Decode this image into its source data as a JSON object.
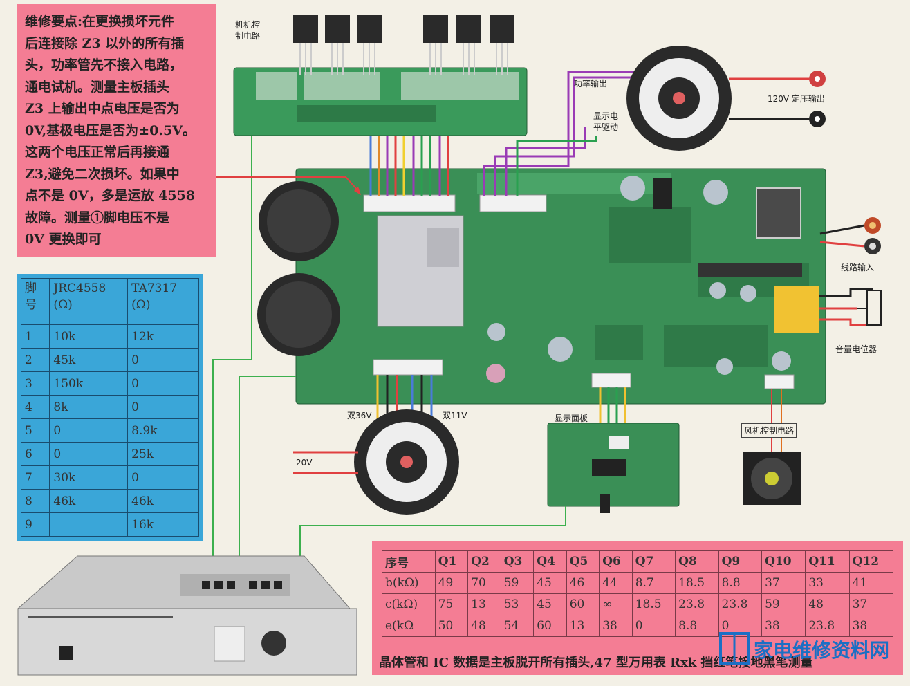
{
  "note_lines": [
    "维修要点:在更换损坏元件",
    "后连接除 Z3 以外的所有插",
    "头，功率管先不接入电路，",
    "通电试机。测量主板插头",
    "Z3 上输出中点电压是否为",
    "0V,基极电压是否为±0.5V。",
    "这两个电压正常后再接通",
    "Z3,避免二次损坏。如果中",
    "点不是 0V，多是运放 4558",
    "故障。测量①脚电压不是",
    "0V 更换即可"
  ],
  "pin_table": {
    "headers": [
      "脚号",
      "JRC4558 (Ω)",
      "TA7317 (Ω)"
    ],
    "rows": [
      [
        "1",
        "10k",
        "12k"
      ],
      [
        "2",
        "45k",
        "0"
      ],
      [
        "3",
        "150k",
        "0"
      ],
      [
        "4",
        "8k",
        "0"
      ],
      [
        "5",
        "0",
        "8.9k"
      ],
      [
        "6",
        "0",
        "25k"
      ],
      [
        "7",
        "30k",
        "0"
      ],
      [
        "8",
        "46k",
        "46k"
      ],
      [
        "9",
        "",
        "16k"
      ]
    ]
  },
  "transistor_table": {
    "rows": [
      [
        "序号",
        "Q1",
        "Q2",
        "Q3",
        "Q4",
        "Q5",
        "Q6",
        "Q7",
        "Q8",
        "Q9",
        "Q10",
        "Q11",
        "Q12"
      ],
      [
        "b(kΩ)",
        "49",
        "70",
        "59",
        "45",
        "46",
        "44",
        "8.7",
        "18.5",
        "8.8",
        "37",
        "33",
        "41"
      ],
      [
        "c(kΩ)",
        "75",
        "13",
        "53",
        "45",
        "60",
        "∞",
        "18.5",
        "23.8",
        "23.8",
        "59",
        "48",
        "37"
      ],
      [
        "e(kΩ",
        "50",
        "48",
        "54",
        "60",
        "13",
        "38",
        "0",
        "8.8",
        "0",
        "38",
        "23.8",
        "38"
      ]
    ],
    "caption": "晶体管和 IC 数据是主板脱开所有插头,47 型万用表 Rxk 挡红笔接地黑笔测量"
  },
  "labels": {
    "fan_machine_control": "机机控\n制电路",
    "power_output": "功率输出",
    "display_drive": "显示电\n平驱动",
    "fixed_voltage_output": "120V  定压输出",
    "line_input": "线路输入",
    "volume_pot": "音量电位器",
    "dual_36v": "双36V",
    "dual_11v": "双11V",
    "v20": "20V",
    "display_panel": "显示面板",
    "fan_control": "风机控制电路",
    "logo": "家电维修资料网"
  },
  "colors": {
    "note_bg": "#f47d94",
    "pin_table_bg": "#3aa6d8",
    "pcb_green": "#3a8f56",
    "logo_blue": "#1b6fc4"
  }
}
